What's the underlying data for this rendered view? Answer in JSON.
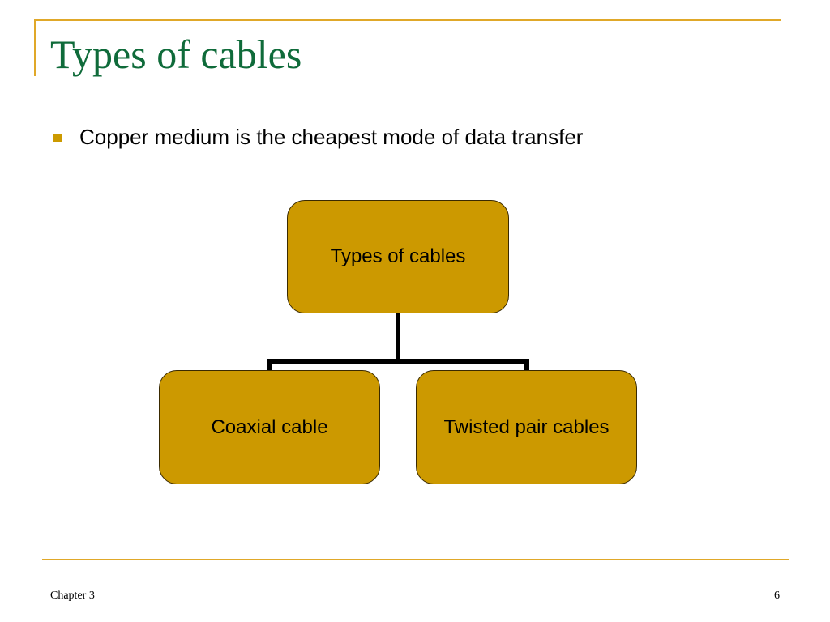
{
  "slide": {
    "title": "Types of cables",
    "bullets": [
      "Copper medium is the cheapest mode of data transfer"
    ]
  },
  "diagram": {
    "root": "Types of cables",
    "children": [
      "Coaxial cable",
      "Twisted pair cables"
    ]
  },
  "footer": {
    "left": "Chapter 3",
    "right": "6"
  },
  "colors": {
    "accent_line": "#e0a829",
    "title": "#0f6b3a",
    "box_fill": "#cc9900",
    "bullet": "#cc9a00"
  }
}
